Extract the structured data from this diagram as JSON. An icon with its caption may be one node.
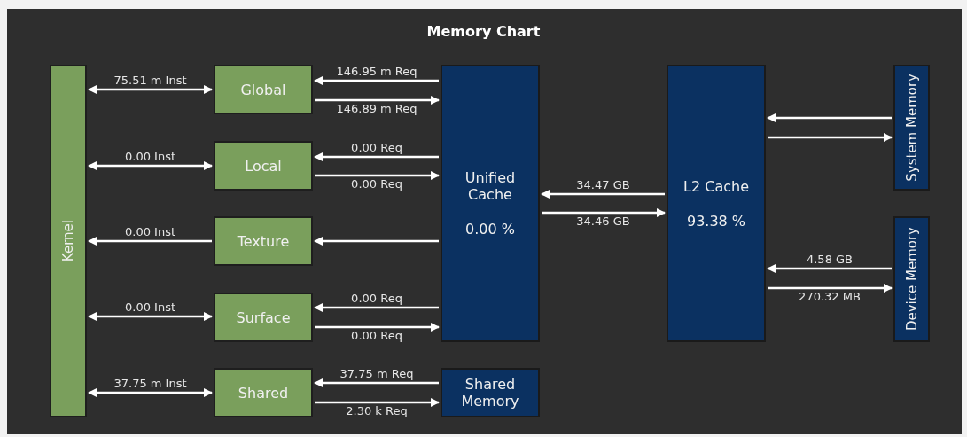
{
  "diagram": {
    "title": "Memory Chart",
    "nodes": [
      {
        "text": [
          "Kernel"
        ]
      },
      {
        "text": [
          "Global"
        ]
      },
      {
        "text": [
          "Local"
        ]
      },
      {
        "text": [
          "Texture"
        ]
      },
      {
        "text": [
          "Surface"
        ]
      },
      {
        "text": [
          "Shared"
        ]
      },
      {
        "text": [
          "Unified Cache",
          "0.00 %"
        ]
      },
      {
        "text": [
          "Shared Memory"
        ]
      },
      {
        "text": [
          "L2 Cache",
          "93.38 %"
        ]
      },
      {
        "text": [
          "System Memory"
        ]
      },
      {
        "text": [
          "Device Memory"
        ]
      }
    ],
    "edges": [
      {
        "from": 0,
        "to": 1,
        "arrow": "both",
        "label": "75.51 m Inst"
      },
      {
        "from": 0,
        "to": 2,
        "arrow": "both",
        "label": "0.00 Inst"
      },
      {
        "from": 3,
        "to": 0,
        "arrow": "to",
        "label": "0.00 Inst"
      },
      {
        "from": 0,
        "to": 4,
        "arrow": "both",
        "label": "0.00 Inst"
      },
      {
        "from": 0,
        "to": 5,
        "arrow": "both",
        "label": "37.75 m Inst"
      },
      {
        "from": 6,
        "to": 1,
        "arrow": "to",
        "label": "146.95 m Req"
      },
      {
        "from": 1,
        "to": 6,
        "arrow": "to",
        "label": "146.89 m Req"
      },
      {
        "from": 6,
        "to": 2,
        "arrow": "to",
        "label": "0.00 Req"
      },
      {
        "from": 2,
        "to": 6,
        "arrow": "to",
        "label": "0.00 Req"
      },
      {
        "from": 6,
        "to": 3,
        "arrow": "to"
      },
      {
        "from": 6,
        "to": 4,
        "arrow": "to",
        "label": "0.00 Req"
      },
      {
        "from": 4,
        "to": 6,
        "arrow": "to",
        "label": "0.00 Req"
      },
      {
        "from": 7,
        "to": 5,
        "arrow": "to",
        "label": "37.75 m Req"
      },
      {
        "from": 5,
        "to": 7,
        "arrow": "to",
        "label": "2.30 k Req"
      },
      {
        "from": 8,
        "to": 6,
        "arrow": "to",
        "label": "34.47 GB"
      },
      {
        "from": 6,
        "to": 8,
        "arrow": "to",
        "label": "34.46 GB"
      },
      {
        "from": 9,
        "to": 8,
        "arrow": "to"
      },
      {
        "from": 8,
        "to": 9,
        "arrow": "to"
      },
      {
        "from": 10,
        "to": 8,
        "arrow": "to",
        "label": "4.58 GB"
      },
      {
        "from": 8,
        "to": 10,
        "arrow": "to",
        "label": "270.32 MB"
      }
    ]
  }
}
